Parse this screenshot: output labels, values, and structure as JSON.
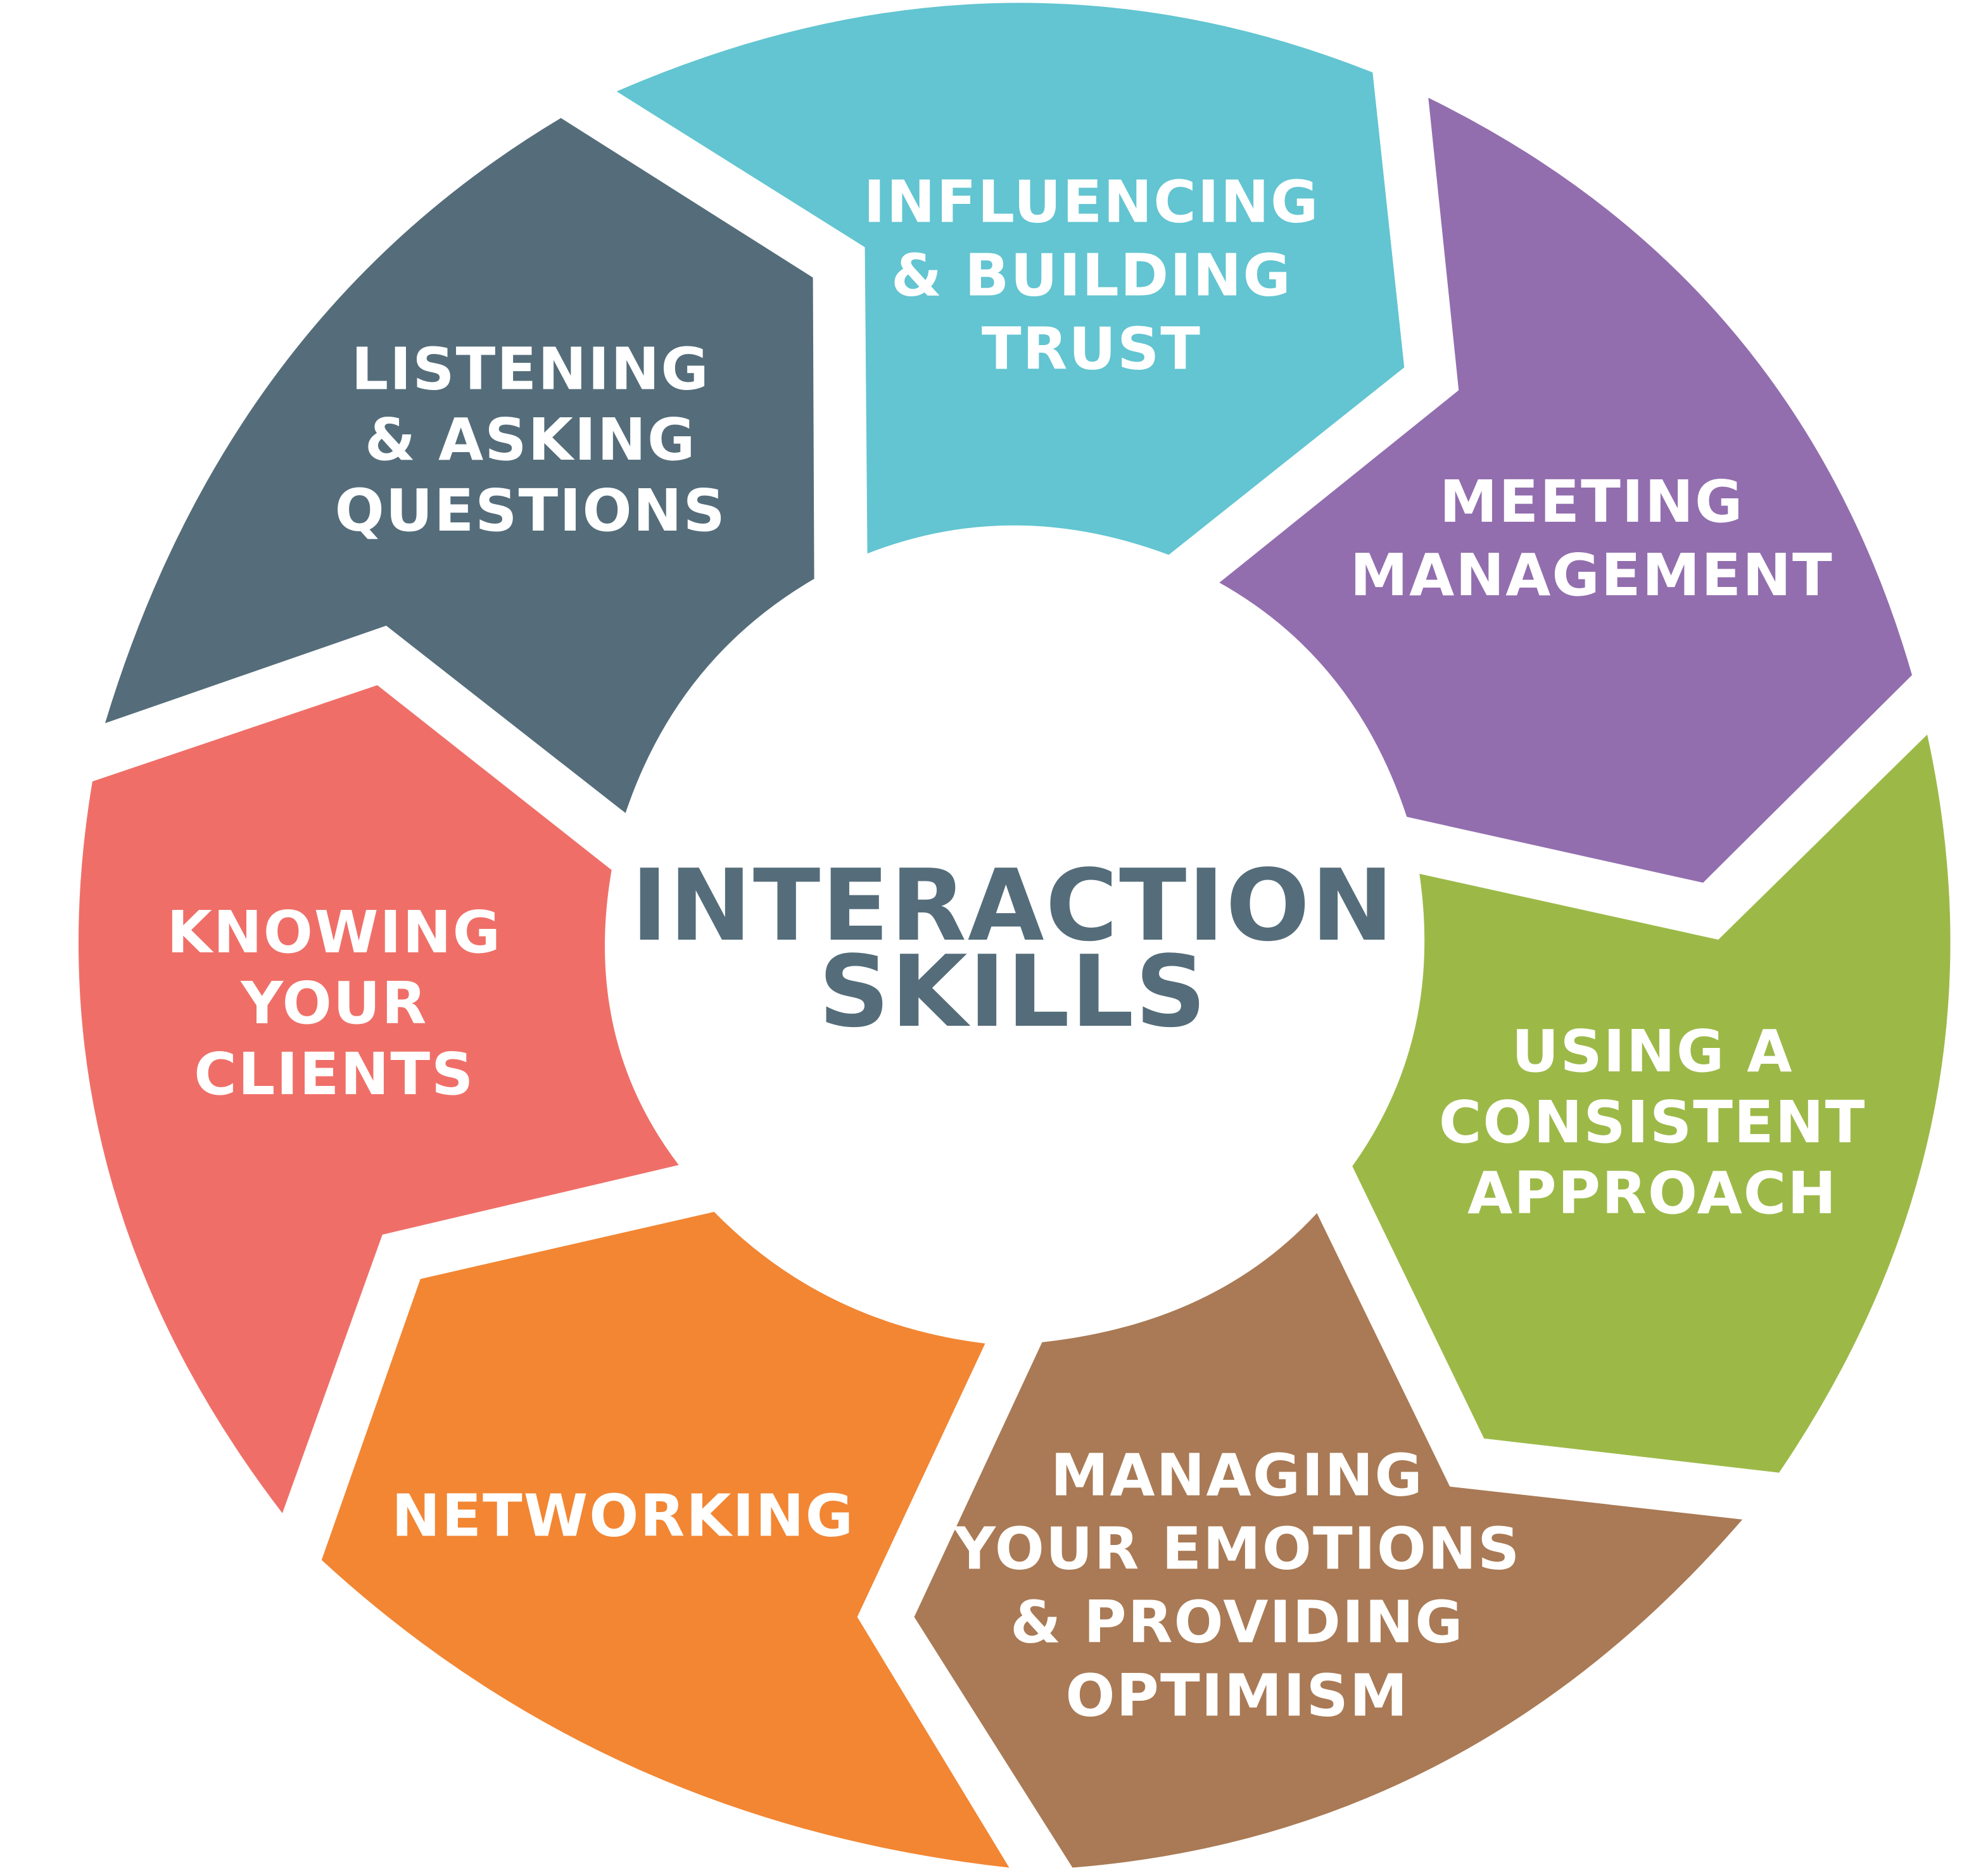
{
  "title": "INTERACTION SKILLS",
  "center": {
    "lines": [
      "INTERACTION",
      "SKILLS"
    ],
    "color": "#556d7a"
  },
  "segments": [
    {
      "id": "influencing",
      "lines": [
        "INFLUENCING",
        "& BUILDING",
        "TRUST"
      ],
      "color": "#62c5d1"
    },
    {
      "id": "meeting-management",
      "lines": [
        "MEETING",
        "MANAGEMENT"
      ],
      "color": "#926eae"
    },
    {
      "id": "consistent-approach",
      "lines": [
        "USING A",
        "CONSISTENT",
        "APPROACH"
      ],
      "color": "#9cb948"
    },
    {
      "id": "managing-emotions",
      "lines": [
        "MANAGING",
        "YOUR EMOTIONS",
        "& PROVIDING",
        "OPTIMISM"
      ],
      "color": "#a97a55"
    },
    {
      "id": "networking",
      "lines": [
        "NETWORKING"
      ],
      "color": "#f28633"
    },
    {
      "id": "knowing-clients",
      "lines": [
        "KNOWING",
        "YOUR",
        "CLIENTS"
      ],
      "color": "#ef6f68"
    },
    {
      "id": "listening",
      "lines": [
        "LISTENING",
        "& ASKING",
        "QUESTIONS"
      ],
      "color": "#556d7a"
    }
  ]
}
